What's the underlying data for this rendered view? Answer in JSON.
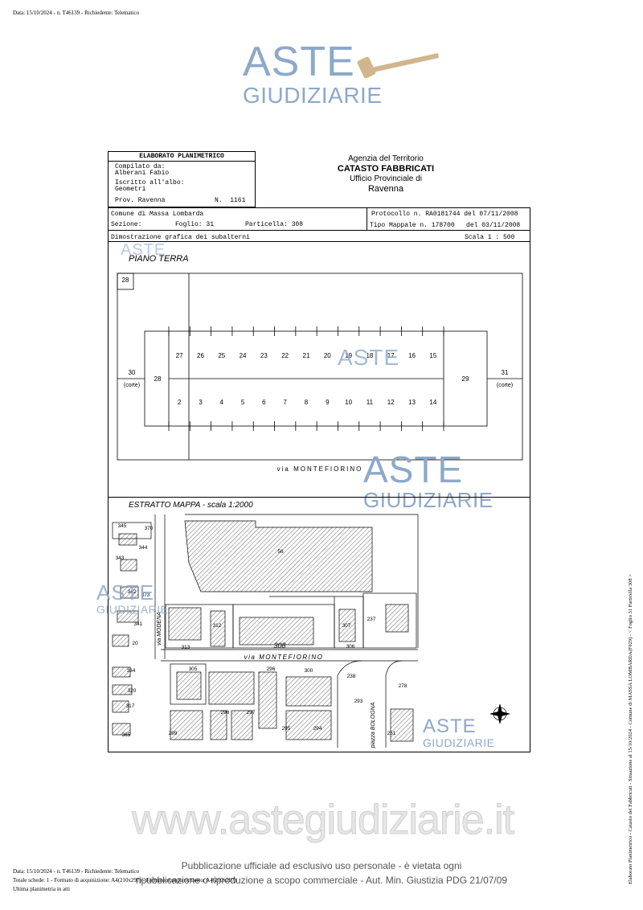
{
  "header": {
    "top_line": "Data: 15/10/2024 - n. T46139 - Richiedente: Telematico"
  },
  "watermark": {
    "line1": "ASTE",
    "line2": "GIUDIZIARIE"
  },
  "form": {
    "title": "ELABORATO PLANIMETRICO",
    "compiled_label": "Compilato da:",
    "compiled_name": "Alberani Fabio",
    "registered_label": "Iscritto all'albo:",
    "registered_value": "Geometri",
    "prov": "Prov. Ravenna",
    "number": "N.  1161"
  },
  "agency": {
    "line1": "Agenzia del Territorio",
    "line2": "CATASTO FABBRICATI",
    "line3": "Ufficio Provinciale di",
    "line4": "Ravenna"
  },
  "info": {
    "comune": "Comune di Massa Lombarda",
    "sezione": "Sezione:",
    "foglio": "Foglio: 31",
    "particella": "Particella: 308",
    "protocollo": "Protocollo n. RA0181744 del 07/11/2008",
    "tipo_mappale": "Tipo Mappale n. 178700   del 03/11/2008",
    "dimostrazione": "Dimostrazione grafica dei subalterni",
    "scala": "Scala 1 : 500"
  },
  "plan": {
    "floor": "PIANO TERRA",
    "upper_units": [
      "27",
      "26",
      "25",
      "24",
      "23",
      "22",
      "21",
      "20",
      "19",
      "18",
      "17",
      "16",
      "15"
    ],
    "lower_units": [
      "2",
      "3",
      "4",
      "5",
      "6",
      "7",
      "8",
      "9",
      "10",
      "11",
      "12",
      "13",
      "14"
    ],
    "left_num": "30",
    "left_sub": "(corte)",
    "left_unit": "28",
    "corner_unit": "28",
    "right_unit": "29",
    "right_num": "31",
    "right_sub": "(corte)",
    "street": "via MONTEFIORINO"
  },
  "map": {
    "title": "ESTRATTO MAPPA - scala 1:2000",
    "labels": [
      "345",
      "370",
      "344",
      "343",
      "342",
      "373",
      "341",
      "20",
      "56",
      "312",
      "313",
      "308",
      "307",
      "306",
      "237",
      "305",
      "296",
      "300",
      "238",
      "278",
      "293",
      "334",
      "320",
      "317",
      "365",
      "298",
      "297",
      "299",
      "295",
      "294",
      "251"
    ],
    "via_modena": "via MODENA",
    "via_montefiorino": "via MONTEFIORINO",
    "piazza_bologna": "piazza BOLOGNA"
  },
  "footer": {
    "website": "www.astegiudiziarie.it",
    "notice1": "Pubblicazione ufficiale ad esclusivo uso personale - è vietata ogni",
    "notice2": "ripubblicazione o riproduzione a scopo commerciale - Aut. Min. Giustizia PDG 21/07/09",
    "bottom1": "Data: 15/10/2024 - n. T46139 - Richiedente: Telematico",
    "bottom2": "Totale schede: 1 - Formato di acquisizione: A4(210x297) - Formato stampa richiesto: A4(210x297)",
    "bottom3": "Ultima planimetria in atti",
    "side": "Elaborato Planimetrico - Catasto dei Fabbricati - Situazione al 15/10/2024 - Comune di MASSA LOMBARDA(F029) - < Foglio 31 Particella 308 >"
  }
}
